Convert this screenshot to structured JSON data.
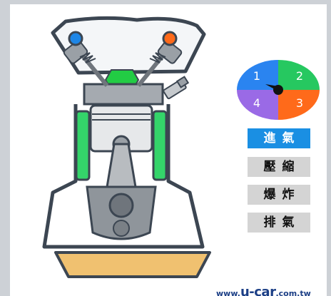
{
  "colors": {
    "intake_valve": "#1e86e6",
    "exhaust_valve": "#ff6a1a",
    "cylinder_wall": "#34d46a",
    "combustion_chamber": "#22cc44",
    "oil": "#f0c170",
    "outline": "#3c4652",
    "active_stroke": "#1a8fe3",
    "inactive_stroke": "#d4d4d4"
  },
  "stroke_wheel": {
    "segments": [
      {
        "label": "1",
        "color": "#2a84f0"
      },
      {
        "label": "2",
        "color": "#26c860"
      },
      {
        "label": "3",
        "color": "#ff6a1a"
      },
      {
        "label": "4",
        "color": "#9a6ae6"
      }
    ],
    "pointer_color": "#111111",
    "active_segment": "1"
  },
  "strokes": [
    {
      "label": "進氣",
      "active": true
    },
    {
      "label": "壓縮",
      "active": false
    },
    {
      "label": "爆炸",
      "active": false
    },
    {
      "label": "排氣",
      "active": false
    }
  ],
  "branding": {
    "prefix": "www.",
    "name": "u-car",
    "suffix": ".com.tw"
  }
}
